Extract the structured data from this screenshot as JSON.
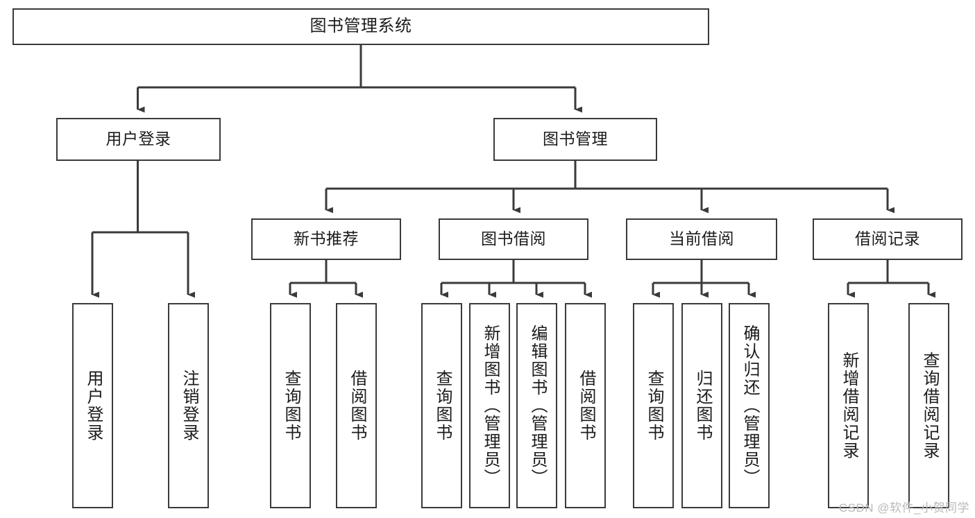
{
  "diagram": {
    "title": "图书管理系统",
    "type": "tree-hierarchy",
    "style": {
      "box_border_color": "#3a3a3a",
      "box_fill_color": "#ffffff",
      "connector_color": "#3a3a3a",
      "text_color": "#1b1b1b",
      "background_color": "#ffffff"
    },
    "nodes": {
      "root": {
        "label": "图书管理系统"
      },
      "level2": [
        {
          "label": "用户登录"
        },
        {
          "label": "图书管理"
        }
      ],
      "level3": [
        {
          "label": "新书推荐"
        },
        {
          "label": "图书借阅"
        },
        {
          "label": "当前借阅"
        },
        {
          "label": "借阅记录"
        }
      ],
      "leaves": {
        "user_login": [
          {
            "label": "用户登录"
          },
          {
            "label": "注销登录"
          }
        ],
        "new_book_recommend": [
          {
            "label": "查询图书"
          },
          {
            "label": "借阅图书"
          }
        ],
        "book_borrow": [
          {
            "label": "查询图书"
          },
          {
            "label": "新增图书（管理员）"
          },
          {
            "label": "编辑图书（管理员）"
          },
          {
            "label": "借阅图书"
          }
        ],
        "current_borrow": [
          {
            "label": "查询图书"
          },
          {
            "label": "归还图书"
          },
          {
            "label": "确认归还（管理员）"
          }
        ],
        "borrow_record": [
          {
            "label": "新增借阅记录"
          },
          {
            "label": "查询借阅记录"
          }
        ]
      }
    }
  },
  "watermark": {
    "text": "CSDN @软件_小贺同学"
  }
}
